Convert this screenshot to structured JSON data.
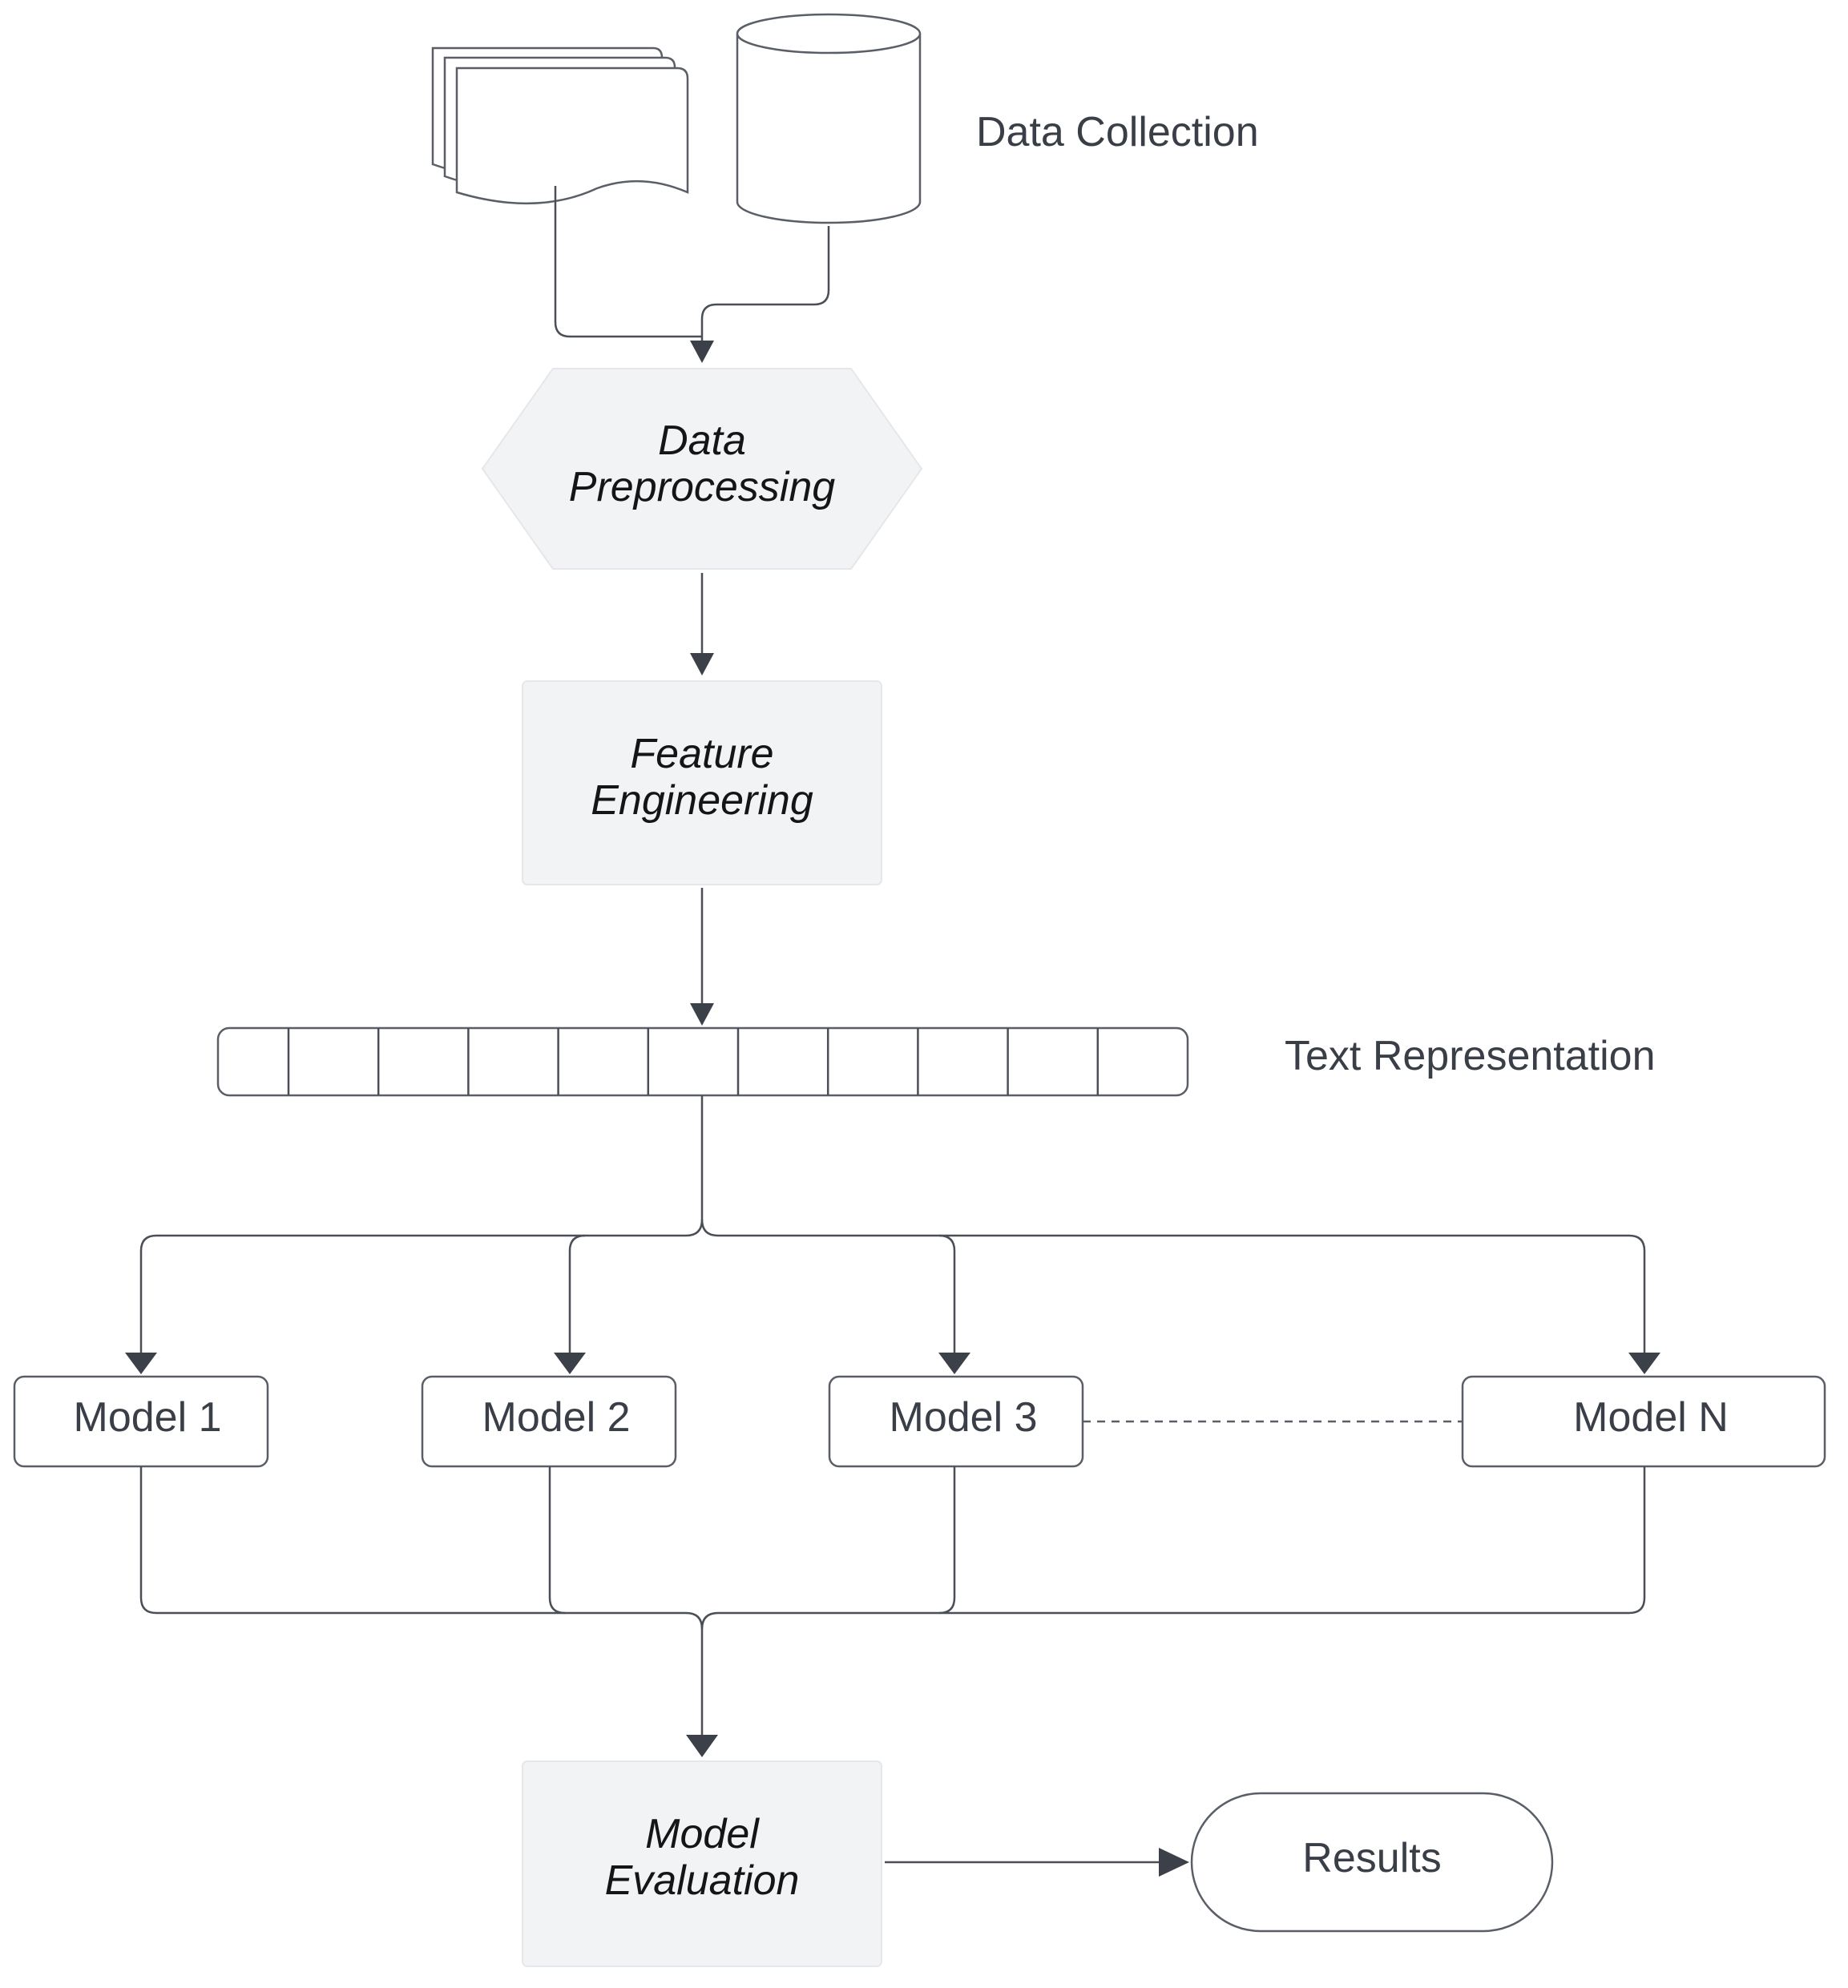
{
  "labels": {
    "data_collection": "Data Collection",
    "data_preprocessing_line1": "Data",
    "data_preprocessing_line2": "Preprocessing",
    "feature_engineering_line1": "Feature",
    "feature_engineering_line2": "Engineering",
    "text_representation": "Text Representation",
    "model_1": "Model 1",
    "model_2": "Model 2",
    "model_3": "Model 3",
    "model_n": "Model N",
    "model_evaluation_line1": "Model",
    "model_evaluation_line2": "Evaluation",
    "results": "Results"
  },
  "text_representation_cells": 11,
  "icons": [
    "multi-document-icon",
    "database-cylinder-icon"
  ],
  "colors": {
    "line": "#4a4f57",
    "node_fill": "#f2f3f5",
    "text": "#3a3f47"
  }
}
